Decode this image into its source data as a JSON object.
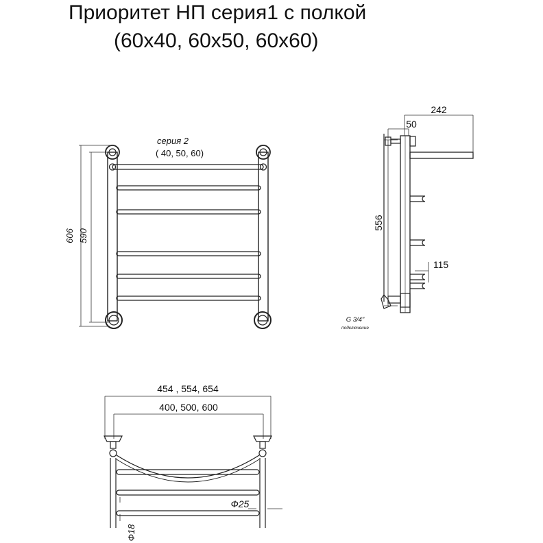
{
  "title": {
    "line1": "Приоритет НП серия1 с полкой",
    "line2": "(60х40, 60х50, 60х60)"
  },
  "front_view": {
    "series_label": "серия 2",
    "sizes_label": "( 40, 50, 60)",
    "height_outer": "606",
    "height_inner": "590"
  },
  "side_view": {
    "depth_total": "242",
    "wall_offset": "50",
    "height": "556",
    "shelf_offset": "115",
    "thread_label": "G 3/4\"",
    "connection_label": "подключение"
  },
  "top_view": {
    "width_outer": "454 , 554, 654",
    "width_inner": "400, 500, 600",
    "tube_diameter": "Ф25",
    "bar_diameter": "Ф18"
  },
  "colors": {
    "line": "#222222",
    "background": "#ffffff"
  }
}
